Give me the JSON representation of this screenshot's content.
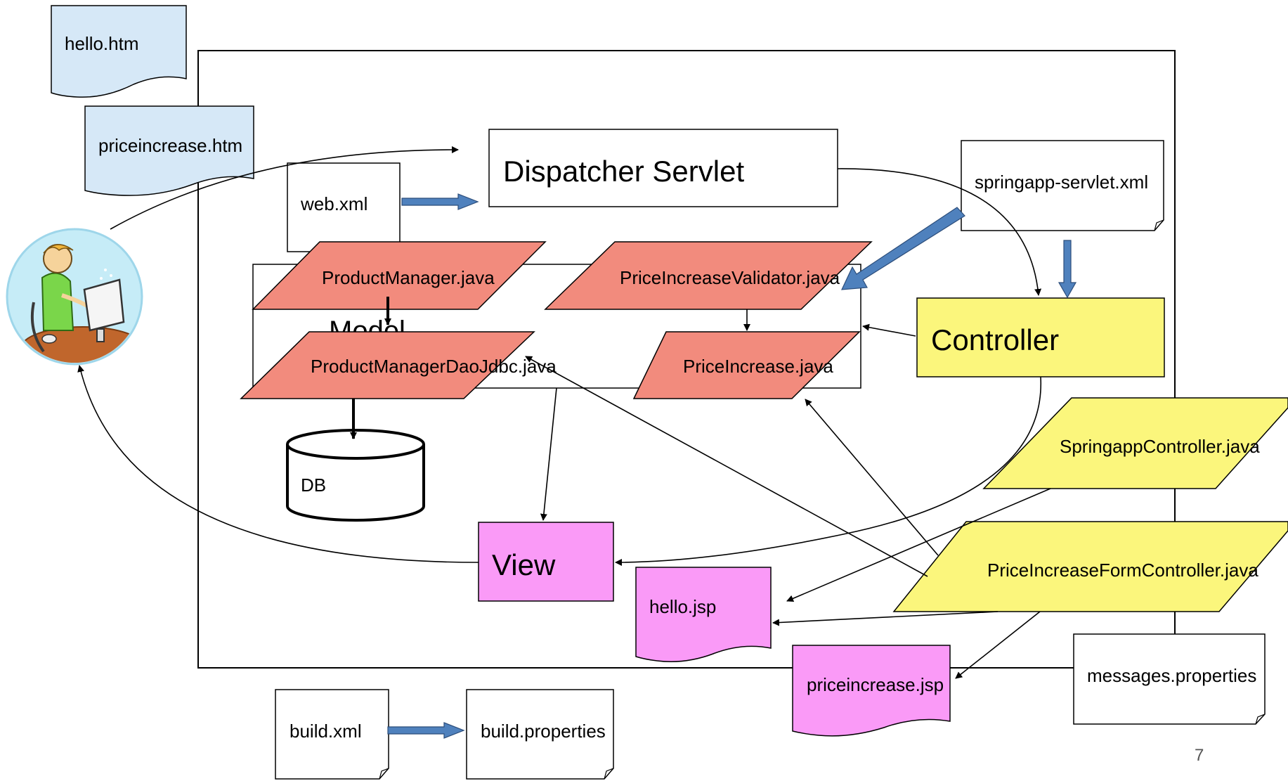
{
  "labels": {
    "hello_htm": "hello.htm",
    "priceincrease_htm": "priceincrease.htm",
    "web_xml": "web.xml",
    "dispatcher_servlet": "Dispatcher Servlet",
    "springapp_servlet_xml": "springapp-servlet.xml",
    "model": "Model",
    "product_manager": "ProductManager.java",
    "price_increase_validator": "PriceIncreaseValidator.java",
    "product_manager_dao": "ProductManagerDaoJdbc.java",
    "price_increase": "PriceIncrease.java",
    "controller": "Controller",
    "springapp_controller": "SpringappController.java",
    "price_increase_form_controller": "PriceIncreaseFormController.java",
    "db": "DB",
    "view": "View",
    "hello_jsp": "hello.jsp",
    "priceincrease_jsp": "priceincrease.jsp",
    "messages_properties": "messages.properties",
    "build_xml": "build.xml",
    "build_properties": "build.properties",
    "page_number": "7"
  },
  "colors": {
    "html_doc": "#d6e8f7",
    "model_java": "#f28b7d",
    "controller": "#fbf67c",
    "view": "#fa9af7",
    "arrow_block": "#4f81bd"
  },
  "icons": {
    "user": "user-at-computer-icon"
  }
}
